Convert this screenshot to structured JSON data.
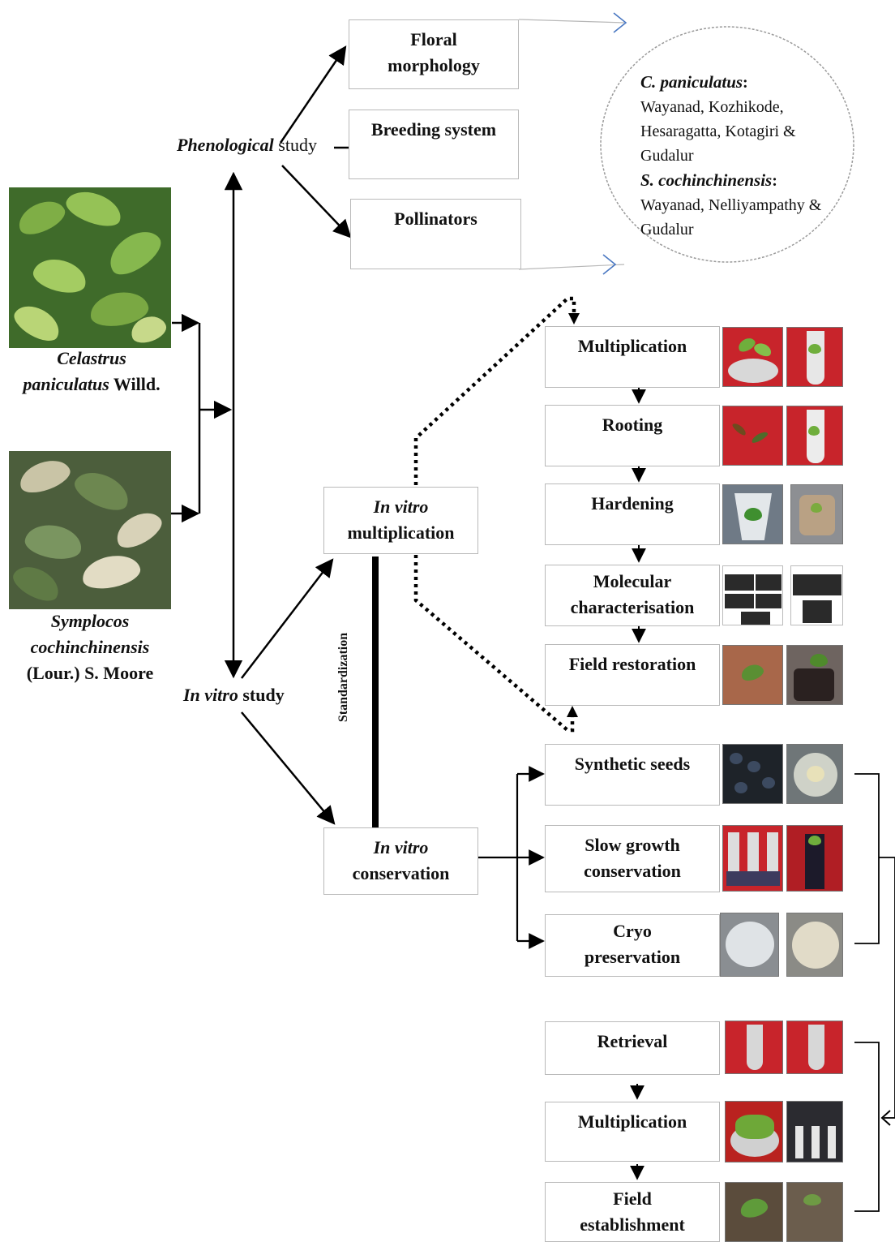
{
  "species": {
    "celastrus": {
      "genus": "Celastrus",
      "epithet": "paniculatus",
      "author": "Willd."
    },
    "symplocos": {
      "genus": "Symplocos",
      "epithet": "cochinchinensis",
      "author": "(Lour.) S. Moore"
    }
  },
  "phenology": {
    "label_italic": "Phenological",
    "label_rest": " study",
    "boxes": {
      "floral": [
        "Floral",
        "morphology"
      ],
      "breeding": [
        "Breeding system"
      ],
      "pollinators": [
        "Pollinators"
      ]
    }
  },
  "sites": {
    "c_head": "C. paniculatus",
    "c_sites": "Wayanad, Kozhikode, Hesaragatta, Kotagiri & Gudalur",
    "s_head": "S. cochinchinensis",
    "s_sites": "Wayanad, Nelliyampathy & Gudalur",
    "colon": ":"
  },
  "invitro": {
    "label_italic": "In vitro",
    "label_rest": " study",
    "standardization": "Standardization",
    "multiplication_box": {
      "italic": "In vitro",
      "rest": "multiplication"
    },
    "conservation_box": {
      "italic": "In vitro",
      "rest": "conservation"
    }
  },
  "multiplication_steps": [
    [
      "Multiplication"
    ],
    [
      "Rooting"
    ],
    [
      "Hardening"
    ],
    [
      "Molecular",
      "characterisation"
    ],
    [
      "Field restoration"
    ]
  ],
  "conservation_methods": [
    [
      "Synthetic seeds"
    ],
    [
      "Slow growth",
      "conservation"
    ],
    [
      "Cryo",
      "preservation"
    ]
  ],
  "retrieval_steps": [
    [
      "Retrieval"
    ],
    [
      "Multiplication"
    ],
    [
      "Field",
      "establishment"
    ]
  ],
  "colors": {
    "arrow": "#000000",
    "oval_arrow": "#4a78c2",
    "box_border": "#b9b9b9",
    "photo_red": "#c8242b",
    "leaf_green": "#4f8a2c"
  }
}
